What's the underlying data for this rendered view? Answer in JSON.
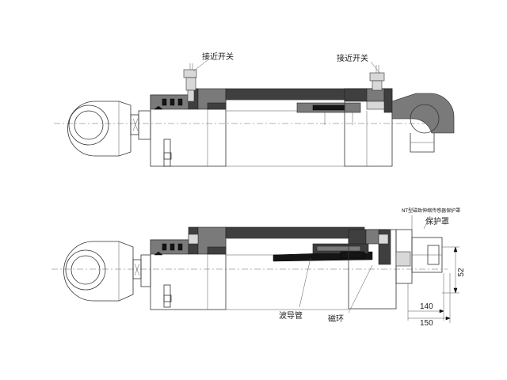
{
  "labels": {
    "top_switch_left": "接近开关",
    "top_switch_right": "接近开关",
    "sensor_cover_note": "NT型磁致伸缩传感器保护罩",
    "protective_cover": "保护罩",
    "waveguide_tube": "波导管",
    "magnet_ring": "磁环"
  },
  "dimensions": {
    "height": "52",
    "length_inner": "140",
    "length_outer": "150"
  },
  "colors": {
    "dark_section": "#3f3f3f",
    "mid_section": "#7a7a7a",
    "outline": "#333333"
  }
}
